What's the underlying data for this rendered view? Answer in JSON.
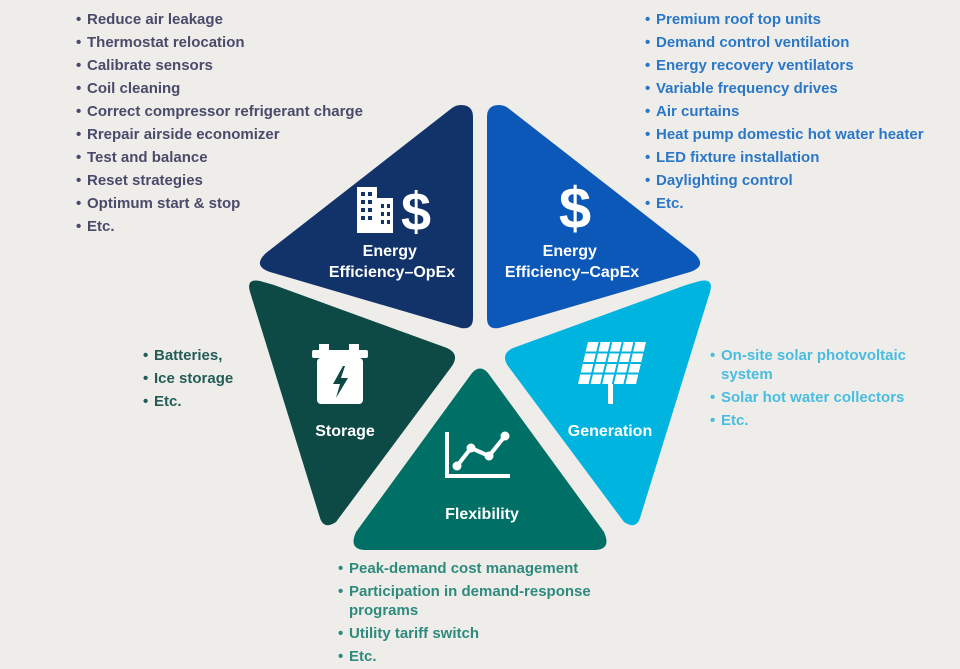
{
  "segments": {
    "opex": {
      "label_lines": [
        "Energy",
        "Efficiency–OpEx"
      ],
      "color": "#12336a",
      "icon": "building-dollar-icon",
      "items": [
        "Reduce air leakage",
        "Thermostat relocation",
        "Calibrate sensors",
        "Coil cleaning",
        "Correct compressor refrigerant charge",
        "Rrepair airside economizer",
        "Test and balance",
        "Reset strategies",
        "Optimum start & stop",
        "Etc."
      ]
    },
    "capex": {
      "label_lines": [
        "Energy",
        "Efficiency–CapEx"
      ],
      "color": "#0b58b8",
      "icon": "dollar-icon",
      "items": [
        "Premium roof top units",
        "Demand control ventilation",
        "Energy recovery ventilators",
        "Variable frequency drives",
        "Air curtains",
        "Heat pump domestic hot water heater",
        "LED fixture installation",
        "Daylighting control",
        "Etc."
      ]
    },
    "storage": {
      "label_lines": [
        "Storage"
      ],
      "color": "#0d4a45",
      "icon": "battery-icon",
      "items": [
        "Batteries,",
        "Ice storage",
        "Etc."
      ]
    },
    "generation": {
      "label_lines": [
        "Generation"
      ],
      "color": "#00b4e0",
      "icon": "solar-panel-icon",
      "items": [
        "On-site solar photovoltaic system",
        "Solar hot water collectors",
        "Etc."
      ]
    },
    "flexibility": {
      "label_lines": [
        "Flexibility"
      ],
      "color": "#007066",
      "icon": "line-chart-icon",
      "items": [
        "Peak-demand cost management",
        "Participation in demand-response programs",
        "Utility tariff switch",
        "Etc."
      ]
    }
  }
}
